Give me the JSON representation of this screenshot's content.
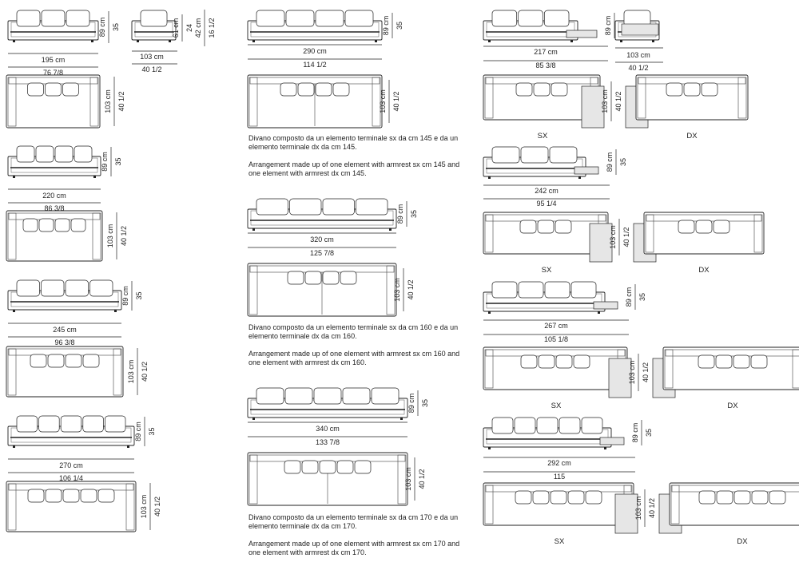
{
  "dims": {
    "w195": "195 cm",
    "in76": "76 7/8",
    "w220": "220 cm",
    "in86": "86 3/8",
    "w245": "245 cm",
    "in96": "96 3/8",
    "w270": "270 cm",
    "in106": "106 1/4",
    "h89": "89 cm",
    "in35": "35",
    "d103": "103 cm",
    "in40": "40 1/2",
    "h61": "61 cm",
    "in24": "24",
    "h42": "42 cm",
    "in16": "16 1/2",
    "w290": "290 cm",
    "in114": "114 1/2",
    "w320": "320 cm",
    "in125": "125 7/8",
    "w340": "340 cm",
    "in133": "133 7/8",
    "w217": "217 cm",
    "in85": "85 3/8",
    "w242": "242 cm",
    "in95": "95 1/4",
    "w267": "267 cm",
    "in105": "105 1/8",
    "w292": "292 cm",
    "in115": "115"
  },
  "labels": {
    "sx": "SX",
    "dx": "DX"
  },
  "notes": [
    {
      "it": "Divano composto da un elemento terminale sx da cm 145 e da un elemento terminale dx da cm 145.",
      "en": "Arrangement made up of one element with armrest sx cm 145 and one element with armrest dx cm 145."
    },
    {
      "it": "Divano composto da un elemento terminale sx da cm 160 e da un elemento terminale dx da cm 160.",
      "en": "Arrangement made up of one element with armrest sx cm 160 and one element with armrest dx cm 160."
    },
    {
      "it": "Divano composto da un elemento terminale sx da cm 170 e da un elemento terminale dx da cm 170.",
      "en": "Arrangement made up of one element with armrest sx cm 170 and one element with armrest dx cm 170."
    }
  ]
}
